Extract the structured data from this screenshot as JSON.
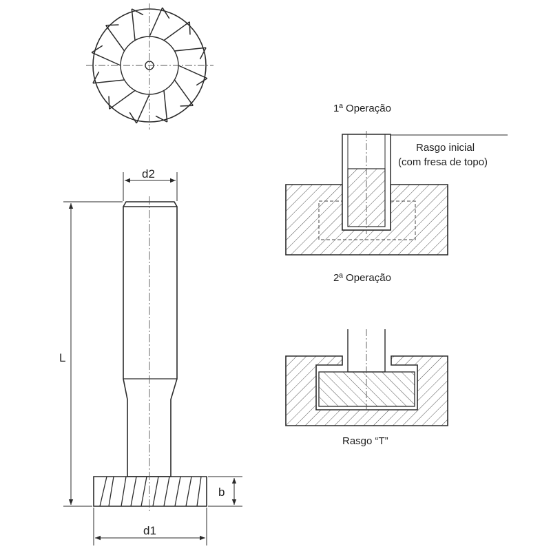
{
  "labels": {
    "d2": "d2",
    "L": "L",
    "b": "b",
    "d1": "d1",
    "op1": "1ª Operação",
    "op2": "2ª Operação",
    "rasgo_inicial_1": "Rasgo inicial",
    "rasgo_inicial_2": "(com fresa de topo)",
    "rasgo_t": "Rasgo “T”"
  },
  "colors": {
    "line": "#2a2a2a",
    "hatch": "#555555",
    "background": "#ffffff"
  }
}
